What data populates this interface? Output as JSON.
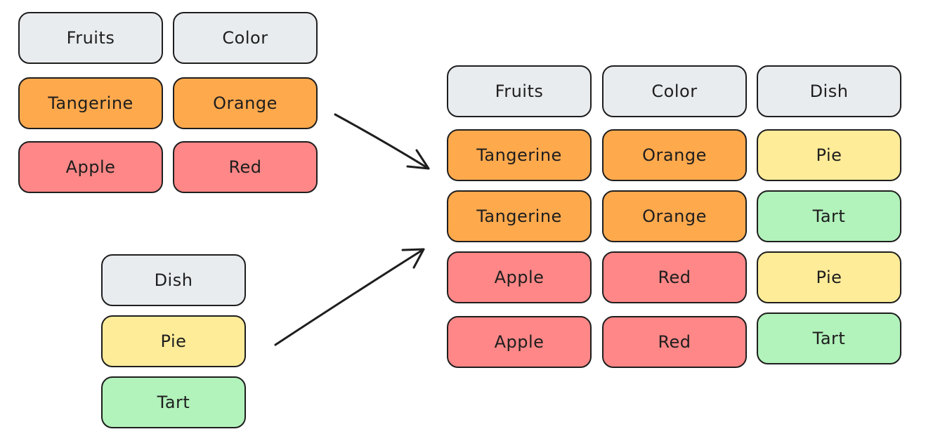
{
  "table_fruits": {
    "headers": [
      "Fruits",
      "Color"
    ],
    "rows": [
      {
        "fruit": "Tangerine",
        "color": "Orange"
      },
      {
        "fruit": "Apple",
        "color": "Red"
      }
    ]
  },
  "table_dish": {
    "header": "Dish",
    "rows": [
      "Pie",
      "Tart"
    ]
  },
  "table_result": {
    "headers": [
      "Fruits",
      "Color",
      "Dish"
    ],
    "rows": [
      {
        "fruit": "Tangerine",
        "color": "Orange",
        "dish": "Pie"
      },
      {
        "fruit": "Tangerine",
        "color": "Orange",
        "dish": "Tart"
      },
      {
        "fruit": "Apple",
        "color": "Red",
        "dish": "Pie"
      },
      {
        "fruit": "Apple",
        "color": "Red",
        "dish": "Tart"
      }
    ]
  },
  "colors": {
    "header": "#e9ecef",
    "orange": "#ffa94d",
    "red": "#ff8787",
    "yellow": "#ffec99",
    "green": "#b2f2bb",
    "stroke": "#1e1e1e"
  }
}
